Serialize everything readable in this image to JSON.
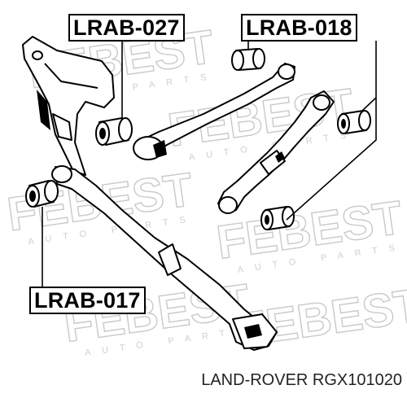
{
  "watermark": {
    "brand": "FEBEST",
    "subtitle": "AUTO PARTS"
  },
  "labels": {
    "top_left": "LRAB-027",
    "top_right": "LRAB-018",
    "bottom_left": "LRAB-017"
  },
  "caption": "LAND-ROVER RGX101020",
  "colors": {
    "watermark": "#c9c9c9",
    "line": "#000000",
    "background": "#ffffff"
  }
}
